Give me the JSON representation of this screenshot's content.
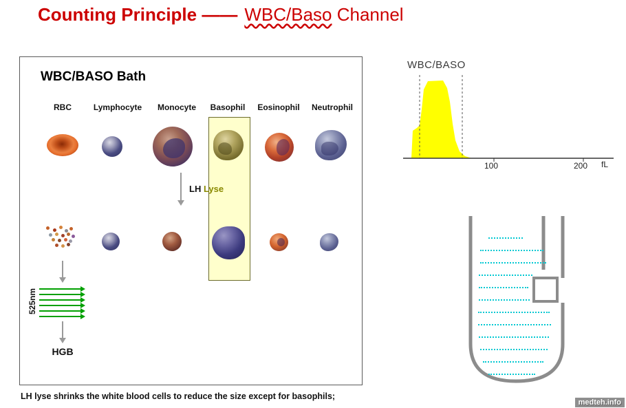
{
  "title": {
    "main": "Counting Principle ——",
    "channel": "WBC/Baso",
    "suffix": " Channel"
  },
  "bath": {
    "heading": "WBC/BASO Bath",
    "columns": [
      "RBC",
      "Lymphocyte",
      "Monocyte",
      "Basophil",
      "Eosinophil",
      "Neutrophil"
    ],
    "lyse_lh": "LH",
    "lyse_word": "Lyse",
    "wavelength": "525nm",
    "hgb": "HGB"
  },
  "histogram": {
    "title": "WBC/BASO",
    "ticks": [
      "100",
      "200"
    ],
    "unit": "fL"
  },
  "caption": "LH lyse shrinks  the white blood cells to reduce the size except for basophils;",
  "watermark": "medteh.info",
  "colors": {
    "title_red": "#cc0000",
    "histogram_fill": "#ffff00",
    "basophil_highlight": "#ffffcc",
    "liquid_cyan": "#00c8d2",
    "beaker_gray": "#8c8c8c",
    "arrow_green": "#00a000",
    "lyse_olive": "#8a8a00"
  },
  "chart_data": {
    "type": "area",
    "title": "WBC/BASO",
    "xlabel": "fL",
    "ylabel": "",
    "x_ticks": [
      100,
      200
    ],
    "x_range": [
      0,
      235
    ],
    "grid": false,
    "legend_position": "none",
    "series": [
      {
        "name": "WBC/BASO volume histogram",
        "x": [
          8,
          12,
          15,
          18,
          22,
          26,
          30,
          34,
          45,
          52,
          56,
          60,
          65,
          70,
          76
        ],
        "y": [
          0,
          42,
          45,
          48,
          62,
          85,
          100,
          102,
          102,
          96,
          80,
          50,
          22,
          8,
          0
        ]
      }
    ],
    "annotations": [
      "dashed discriminator line at ~18 fL",
      "dashed discriminator line at ~64 fL"
    ]
  }
}
